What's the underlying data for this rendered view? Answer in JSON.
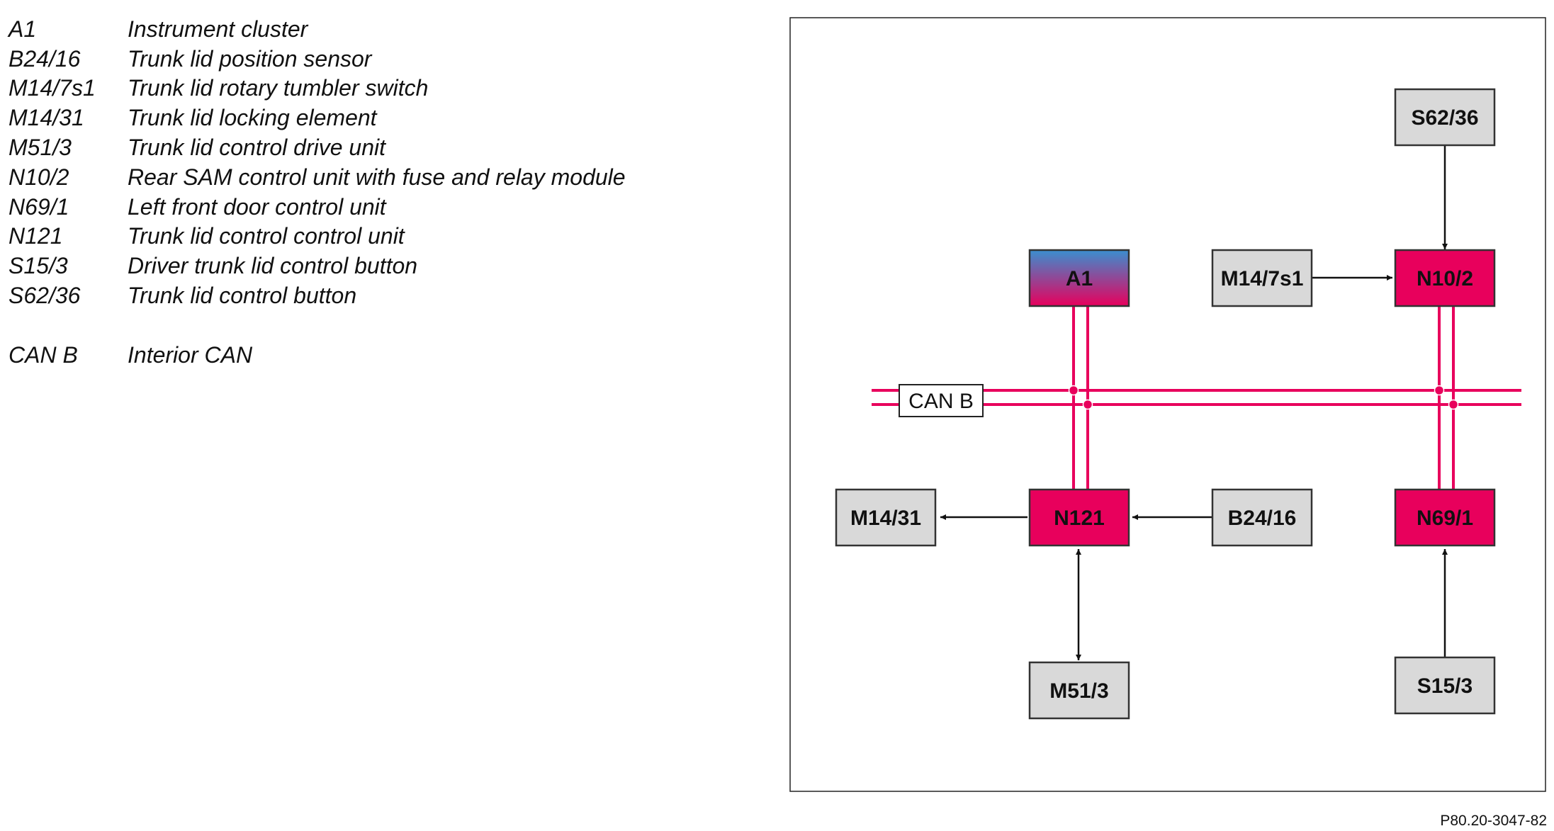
{
  "legend": [
    {
      "code": "A1",
      "desc": "Instrument cluster"
    },
    {
      "code": "B24/16",
      "desc": "Trunk lid position sensor"
    },
    {
      "code": "M14/7s1",
      "desc": "Trunk lid rotary tumbler switch"
    },
    {
      "code": "M14/31",
      "desc": "Trunk lid locking element"
    },
    {
      "code": "M51/3",
      "desc": "Trunk lid control drive unit"
    },
    {
      "code": "N10/2",
      "desc": "Rear SAM control unit with fuse and relay module"
    },
    {
      "code": "N69/1",
      "desc": "Left front door control unit"
    },
    {
      "code": "N121",
      "desc": "Trunk lid control control unit"
    },
    {
      "code": "S15/3",
      "desc": "Driver trunk lid control button"
    },
    {
      "code": "S62/36",
      "desc": "Trunk lid control button"
    },
    {
      "code": "CAN B",
      "desc": "Interior CAN"
    }
  ],
  "diagram": {
    "bus_label": "CAN B",
    "components": {
      "s62_36": "S62/36",
      "a1": "A1",
      "m14_7s1": "M14/7s1",
      "n10_2": "N10/2",
      "m14_31": "M14/31",
      "n121": "N121",
      "b24_16": "B24/16",
      "n69_1": "N69/1",
      "m51_3": "M51/3",
      "s15_3": "S15/3"
    },
    "colors": {
      "control_unit": "#e8005c",
      "peripheral": "#d9d9d9",
      "bus": "#e8005c",
      "cluster_top": "#3a8fd0",
      "cluster_bottom": "#e8005c"
    }
  },
  "figure_id": "P80.20-3047-82"
}
